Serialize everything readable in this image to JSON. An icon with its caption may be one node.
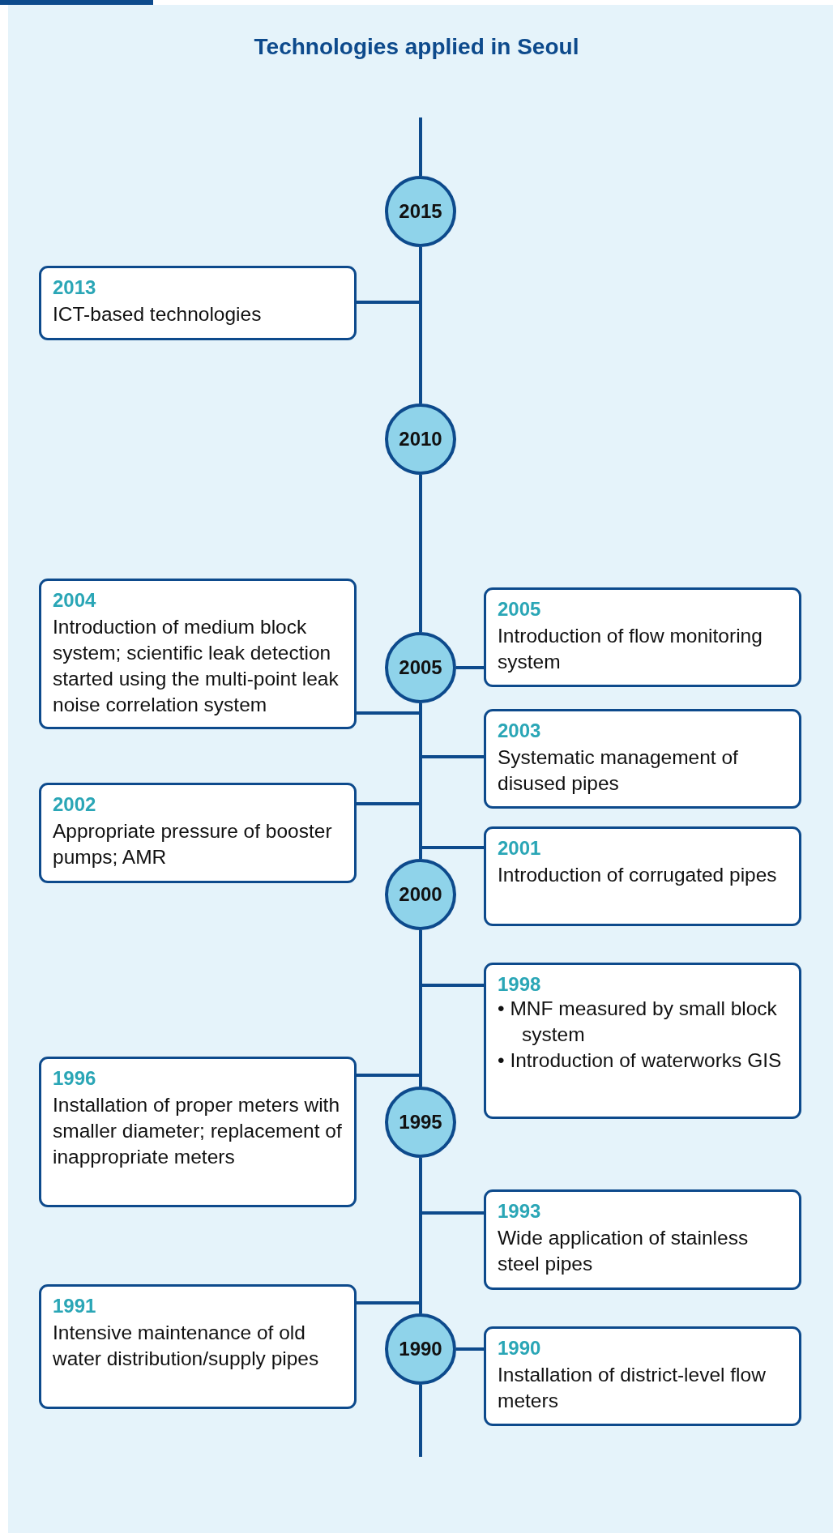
{
  "diagram": {
    "title": "Technologies applied in Seoul",
    "nodes": [
      {
        "text": [
          "2015"
        ]
      },
      {
        "text": [
          "2013",
          "ICT-based technologies"
        ]
      },
      {
        "text": [
          "2010"
        ]
      },
      {
        "text": [
          "2004",
          "Introduction of medium block system; scientific leak detection started using the multi-point leak noise correlation system"
        ]
      },
      {
        "text": [
          "2005",
          "Introduction of flow monitoring system"
        ]
      },
      {
        "text": [
          "2005"
        ]
      },
      {
        "text": [
          "2003",
          "Systematic management of disused pipes"
        ]
      },
      {
        "text": [
          "2002",
          "Appropriate pressure of booster pumps; AMR"
        ]
      },
      {
        "text": [
          "2001",
          "Introduction of corrugated pipes"
        ]
      },
      {
        "text": [
          "2000"
        ]
      },
      {
        "text": [
          "1998",
          "• MNF measured by small block system",
          "• Introduction of waterworks GIS"
        ]
      },
      {
        "text": [
          "1996",
          "Installation of proper meters with smaller diameter; replacement of inappropriate meters"
        ]
      },
      {
        "text": [
          "1995"
        ]
      },
      {
        "text": [
          "1993",
          "Wide application of stainless steel pipes"
        ]
      },
      {
        "text": [
          "1991",
          "Intensive maintenance of old water distribution/supply pipes"
        ]
      },
      {
        "text": [
          "1990"
        ]
      },
      {
        "text": [
          "1990",
          "Installation of district-level flow meters"
        ]
      }
    ],
    "edges": [
      {
        "from": null,
        "to": 0,
        "arrow": "none"
      },
      {
        "from": 0,
        "to": 2,
        "arrow": "none"
      },
      {
        "from": 2,
        "to": 5,
        "arrow": "none"
      },
      {
        "from": 5,
        "to": 9,
        "arrow": "none"
      },
      {
        "from": 9,
        "to": 12,
        "arrow": "none"
      },
      {
        "from": 12,
        "to": 15,
        "arrow": "none"
      },
      {
        "from": 15,
        "to": null,
        "arrow": "none"
      },
      {
        "from": 1,
        "to": null,
        "arrow": "none"
      },
      {
        "from": 3,
        "to": 5,
        "arrow": "none"
      },
      {
        "from": 5,
        "to": 4,
        "arrow": "none"
      },
      {
        "from": 6,
        "to": null,
        "arrow": "none"
      },
      {
        "from": 7,
        "to": null,
        "arrow": "none"
      },
      {
        "from": 8,
        "to": 9,
        "arrow": "none"
      },
      {
        "from": 10,
        "to": null,
        "arrow": "none"
      },
      {
        "from": 11,
        "to": 12,
        "arrow": "none"
      },
      {
        "from": 13,
        "to": null,
        "arrow": "none"
      },
      {
        "from": 14,
        "to": 15,
        "arrow": "none"
      },
      {
        "from": 15,
        "to": 16,
        "arrow": "none"
      }
    ]
  }
}
